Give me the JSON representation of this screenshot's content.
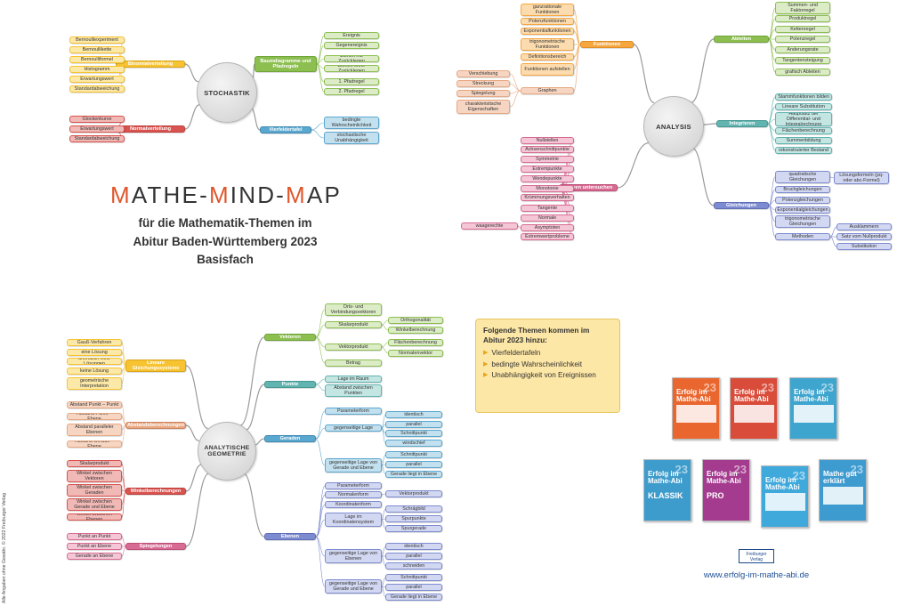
{
  "title": {
    "part1": "M",
    "part2": "ATHE-",
    "part3": "M",
    "part4": "IND-",
    "part5": "M",
    "part6": "AP"
  },
  "subtitle": {
    "line1": "für die Mathematik-Themen im",
    "line2": "Abitur Baden-Württemberg 2023",
    "line3": "Basisfach"
  },
  "colors": {
    "orange": "#f6a63f",
    "yellow": "#f7c331",
    "red": "#d9534f",
    "green": "#8cbf50",
    "blue": "#5aa7cf",
    "teal": "#61b4b0",
    "purple": "#7d8bd0",
    "pink": "#d86b93",
    "salmon": "#e8a882"
  },
  "maps": [
    {
      "id": "stochastik",
      "center": "STOCHASTIK"
    },
    {
      "id": "analysis",
      "center": "ANALYSIS"
    },
    {
      "id": "geometrie",
      "center": "ANALYTISCHE GEOMETRIE"
    }
  ],
  "nodes": {
    "s_binom": "Binomialverteilung",
    "s_bernexp": "Bernoulliexperiment",
    "s_bernkette": "Bernoullikette",
    "s_bernformel": "Bernoulliformel",
    "s_histo": "Histogramm",
    "s_erw": "Erwartungswert",
    "s_std": "Standardabweichung",
    "s_normal": "Normalverteilung",
    "s_glocke": "Glockenkurve",
    "s_erw2": "Erwartungswert",
    "s_std2": "Standardabweichung",
    "s_baum": "Baumdiagramme und Pfadregeln",
    "s_ereignis": "Ereignis",
    "s_gegen": "Gegenereignis",
    "s_ziehmit": "Ziehen mit Zurücklegen",
    "s_ziehohne": "Ziehen ohne Zurücklegen",
    "s_pfad1": "1. Pfadregel",
    "s_pfad2": "2. Pfadregel",
    "s_vierfeld": "Vierfeldertafel",
    "s_bedingt": "bedingte Wahrscheinlichkeit",
    "s_unabh": "stochastische Unabhängigkeit",
    "a_funktionen": "Funktionen",
    "a_ganzrat": "ganzrationale Funktionen",
    "a_potenz": "Potenzfunktionen",
    "a_expo": "Exponentialfunktionen",
    "a_trigo": "trigonometrische Funktionen",
    "a_defi": "Definitionsbereich",
    "a_aufstellen": "Funktionen aufstellen",
    "a_graphen": "Graphen",
    "a_versch": "Verschiebung",
    "a_streck": "Streckung",
    "a_spieg": "Spiegelung",
    "a_charakt": "charakteristische Eigenschaften",
    "a_ableiten": "Ableiten",
    "a_summen": "Summen- und Faktorregel",
    "a_produkt": "Produktregel",
    "a_ketten": "Kettenregel",
    "a_potenzr": "Potenzregel",
    "a_aend": "Änderungsrate",
    "a_tang": "Tangentensteigung",
    "a_grafisch": "grafisch Ableiten",
    "a_integ": "Integrieren",
    "a_stamm": "Stammfunktionen bilden",
    "a_linsub": "Lineare Substitution",
    "a_haupt": "Hauptsatz der Differential- und Integralrechnung",
    "a_flaech": "Flächenberechnung",
    "a_summenb": "Summenbildung",
    "a_rekon": "rekonstruierter Bestand",
    "a_kurven": "Kurven untersuchen",
    "a_nullst": "Nullstellen",
    "a_achsen": "Achsenschnittpunkte",
    "a_symm": "Symmetrie",
    "a_extrem": "Extrempunkte",
    "a_wende": "Wendepunkte",
    "a_mono": "Monotonie",
    "a_kruemm": "Krümmungsverhalten",
    "a_tangente": "Tangente",
    "a_normale": "Normale",
    "a_asym": "Asymptoten",
    "a_waag": "waagerechte",
    "a_extremprob": "Extremwertprobleme",
    "a_gleich": "Gleichungen",
    "a_quadr": "quadratische Gleichungen",
    "a_loesf": "Lösungsformeln (pq- oder abc-Formel)",
    "a_bruch": "Bruchgleichungen",
    "a_potgl": "Potenzgleichungen",
    "a_expgl": "Exponentialgleichungen",
    "a_trigogl": "trigonometrische Gleichungen",
    "a_meth": "Methoden",
    "a_ausklam": "Ausklammern",
    "a_nullprod": "Satz vom Nullprodukt",
    "a_subst": "Substitution",
    "g_lgs": "Lineare Gleichungssysteme",
    "g_gauss": "Gauß-Verfahren",
    "g_eine": "eine Lösung",
    "g_unendl": "unendlich viele Lösungen",
    "g_keine": "keine Lösung",
    "g_geointer": "geometrische Interpretation",
    "g_abst": "Abstandsberechnungen",
    "g_ap": "Abstand Punkt – Punkt",
    "g_ae": "Abstand Punkt – Ebene",
    "g_apar": "Abstand paralleler Ebenen",
    "g_ag": "Abstand Gerade – Ebene",
    "g_winkel": "Winkelberechnungen",
    "g_skal": "Skalarprodukt",
    "g_wv": "Winkel zwischen Vektoren",
    "g_wg": "Winkel zwischen Geraden",
    "g_wge": "Winkel zwischen Gerade und Ebene",
    "g_we": "Winkel zwischen Ebenen",
    "g_spiegel": "Spiegelungen",
    "g_pp": "Punkt an Punkt",
    "g_pe": "Punkt an Ebene",
    "g_ge": "Gerade an Ebene",
    "g_vekt": "Vektoren",
    "g_ortsv": "Orts- und Verbindungsvektoren",
    "g_skalp": "Skalarprodukt",
    "g_orth": "Orthogonalität",
    "g_winkb": "Winkelberechnung",
    "g_vektp": "Vektorprodukt",
    "g_flaechb": "Flächenberechnung",
    "g_normv": "Normalenvektor",
    "g_betrag": "Betrag",
    "g_punkte": "Punkte",
    "g_lageraum": "Lage im Raum",
    "g_abstpkt": "Abstand zwischen Punkten",
    "g_geraden": "Geraden",
    "g_param": "Parameterform",
    "g_gegl": "gegenseitige Lage",
    "g_ident": "identisch",
    "g_parallel": "parallel",
    "g_schnitt": "Schnittpunkt",
    "g_windsch": "windschief",
    "g_gegl2": "gegenseitige Lage von Gerade und Ebene",
    "g_schnitt2": "Schnittpunkt",
    "g_parallel2": "parallel",
    "g_liegt": "Gerade liegt in Ebene",
    "g_ebenen": "Ebenen",
    "g_param2": "Parameterform",
    "g_normf": "Normalenform",
    "g_vektp2": "Vektorprodukt",
    "g_koord": "Koordinatenform",
    "g_lagekoord": "Lage im Koordinatensystem",
    "g_schraeg": "Schrägbild",
    "g_spur": "Spurpunkte",
    "g_spurg": "Spurgerade",
    "g_gegle": "gegenseitige Lage von Ebenen",
    "g_ident2": "identisch",
    "g_parallel3": "parallel",
    "g_schneiden": "schneiden",
    "g_gegl3": "gegenseitige Lage von Gerade und Ebene",
    "g_schnitt3": "Schnittpunkt",
    "g_parallel4": "parallel",
    "g_liegt2": "Gerade liegt in Ebene"
  },
  "info": {
    "heading": "Folgende Themen kommen im Abitur 2023 hinzu:",
    "items": [
      "Vierfeldertafeln",
      "bedingte Wahrscheinlichkeit",
      "Unabhängigkeit von Ereignissen"
    ]
  },
  "books": [
    {
      "name": "Erfolg im Mathe-Abi",
      "year": "23",
      "color": "#e9662e"
    },
    {
      "name": "Erfolg im Mathe-Abi",
      "year": "23",
      "color": "#d94c3a"
    },
    {
      "name": "Erfolg im Mathe-Abi",
      "year": "23",
      "color": "#3ea5cf"
    },
    {
      "name": "Erfolg im Mathe-Abi",
      "year": "23",
      "color": "#3e9ccc",
      "extra": "KLASSIK"
    },
    {
      "name": "Erfolg im Mathe-Abi",
      "year": "23",
      "color": "#a43b8f",
      "extra": "PRO"
    },
    {
      "name": "Erfolg im Mathe-Abi",
      "year": "23",
      "color": "#3fa9dc"
    },
    {
      "name": "Mathe gut erklärt",
      "year": "23",
      "color": "#3e9bd0"
    }
  ],
  "publisher": {
    "line1": "Freiburger",
    "line2": "Verlag"
  },
  "url": "www.erfolg-im-mathe-abi.de",
  "copyright": "Alle Angaben ohne Gewähr. © 2022 Freiburger Verlag"
}
